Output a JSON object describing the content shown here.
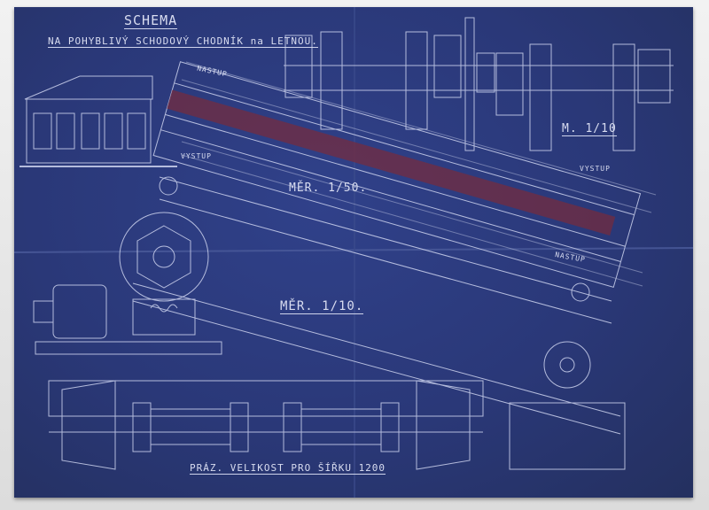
{
  "title": "SCHEMA",
  "subtitle": "NA POHYBLIVÝ SCHODOVÝ CHODNÍK na LETNOU.",
  "labels": {
    "nastup_top": "NASTUP",
    "vystup_left": "VYSTUP",
    "vystup_right": "VYSTUP",
    "nastup_bottom": "NASTUP",
    "scale_50": "MĚR. 1/50.",
    "scale_10_mid": "MĚR. 1/10.",
    "scale_10_top": "M. 1/10"
  },
  "footer": "PRÁZ. VELIKOST PRO ŠÍŘKU 1200",
  "colors": {
    "paper": "#2a3878",
    "line": "#d0d6f0",
    "red_band": "#7a2a3a"
  }
}
